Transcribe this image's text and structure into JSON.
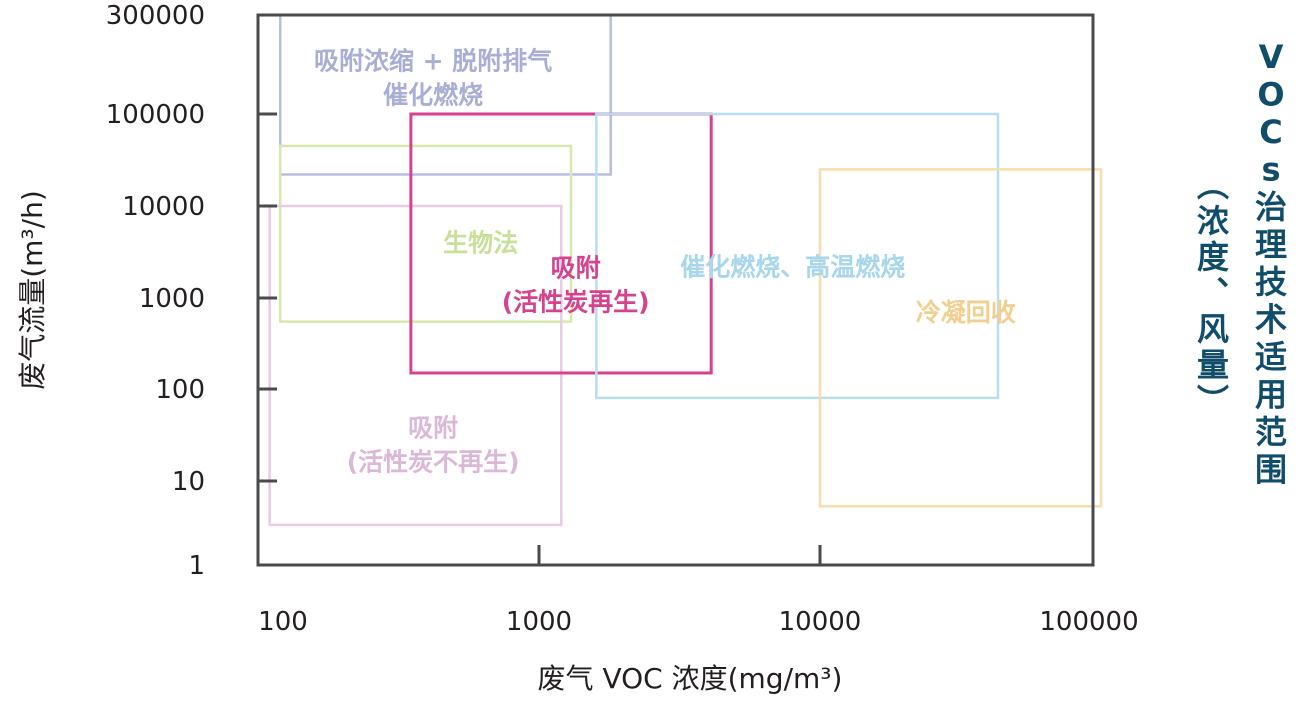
{
  "chart_data": {
    "type": "region",
    "title": "VOCs治理技术适用范围（浓度、风量）",
    "xlabel": "废气 VOC 浓度(mg/m³)",
    "ylabel": "废气流量(m³/h)",
    "x_scale": "log",
    "y_scale": "log",
    "xlim": [
      100,
      100000
    ],
    "ylim": [
      1,
      300000
    ],
    "xticks": [
      "100",
      "1000",
      "10000",
      "100000"
    ],
    "yticks": [
      "1",
      "10",
      "100",
      "1000",
      "10000",
      "100000",
      "300000"
    ],
    "regions": [
      {
        "label": [
          "吸附浓缩 + 脱附排气",
          "催化燃烧"
        ],
        "x": [
          120,
          1800
        ],
        "y": [
          22000,
          300000
        ],
        "color": "#b9bedd",
        "text_color": "#a9aed6",
        "emphasis": false
      },
      {
        "label": [
          "生物法"
        ],
        "x": [
          120,
          1300
        ],
        "y": [
          550,
          45000
        ],
        "color": "#d7e8ae",
        "text_color": "#c9e09a",
        "emphasis": false
      },
      {
        "label": [
          "吸附",
          "(活性炭不再生)"
        ],
        "x": [
          110,
          1200
        ],
        "y": [
          3,
          10000
        ],
        "color": "#e6cde4",
        "text_color": "#dbb8d8",
        "emphasis": false
      },
      {
        "label": [
          "吸附",
          "(活性炭再生)"
        ],
        "x": [
          350,
          4100
        ],
        "y": [
          150,
          100000
        ],
        "color": "#d6428e",
        "text_color": "#d6428e",
        "emphasis": true
      },
      {
        "label": [
          "催化燃烧、高温燃烧"
        ],
        "x": [
          1600,
          43000
        ],
        "y": [
          80,
          100000
        ],
        "color": "#b7def0",
        "text_color": "#a8d6ec",
        "emphasis": false
      },
      {
        "label": [
          "冷凝回收"
        ],
        "x": [
          10000,
          100000
        ],
        "y": [
          5,
          25000
        ],
        "color": "#f6ddab",
        "text_color": "#f2cf8e",
        "emphasis": false
      }
    ]
  }
}
